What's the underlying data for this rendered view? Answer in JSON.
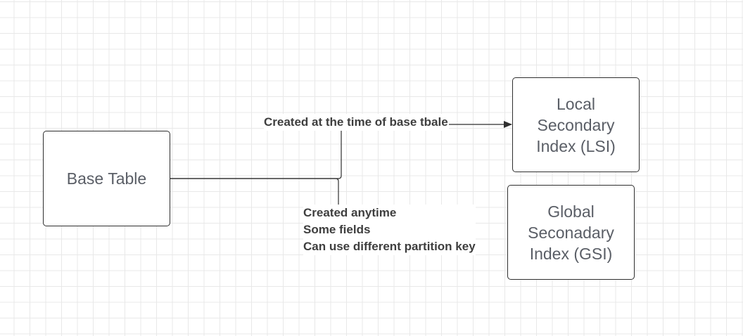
{
  "nodes": {
    "base_table": {
      "label": "Base Table"
    },
    "lsi": {
      "label": "Local\nSecondary\nIndex (LSI)"
    },
    "gsi": {
      "label": "Global\nSeconadary\nIndex (GSI)"
    }
  },
  "edges": {
    "lsi": {
      "label": "Created at the time of base tbale"
    },
    "gsi": {
      "lines": [
        "Created anytime",
        "Some fields",
        "Can use different partition key"
      ]
    }
  },
  "colors": {
    "stroke": "#2f2f2f",
    "node_text": "#5a5e66",
    "edge_text": "#3e3e3e",
    "grid": "#e8e8e8"
  }
}
